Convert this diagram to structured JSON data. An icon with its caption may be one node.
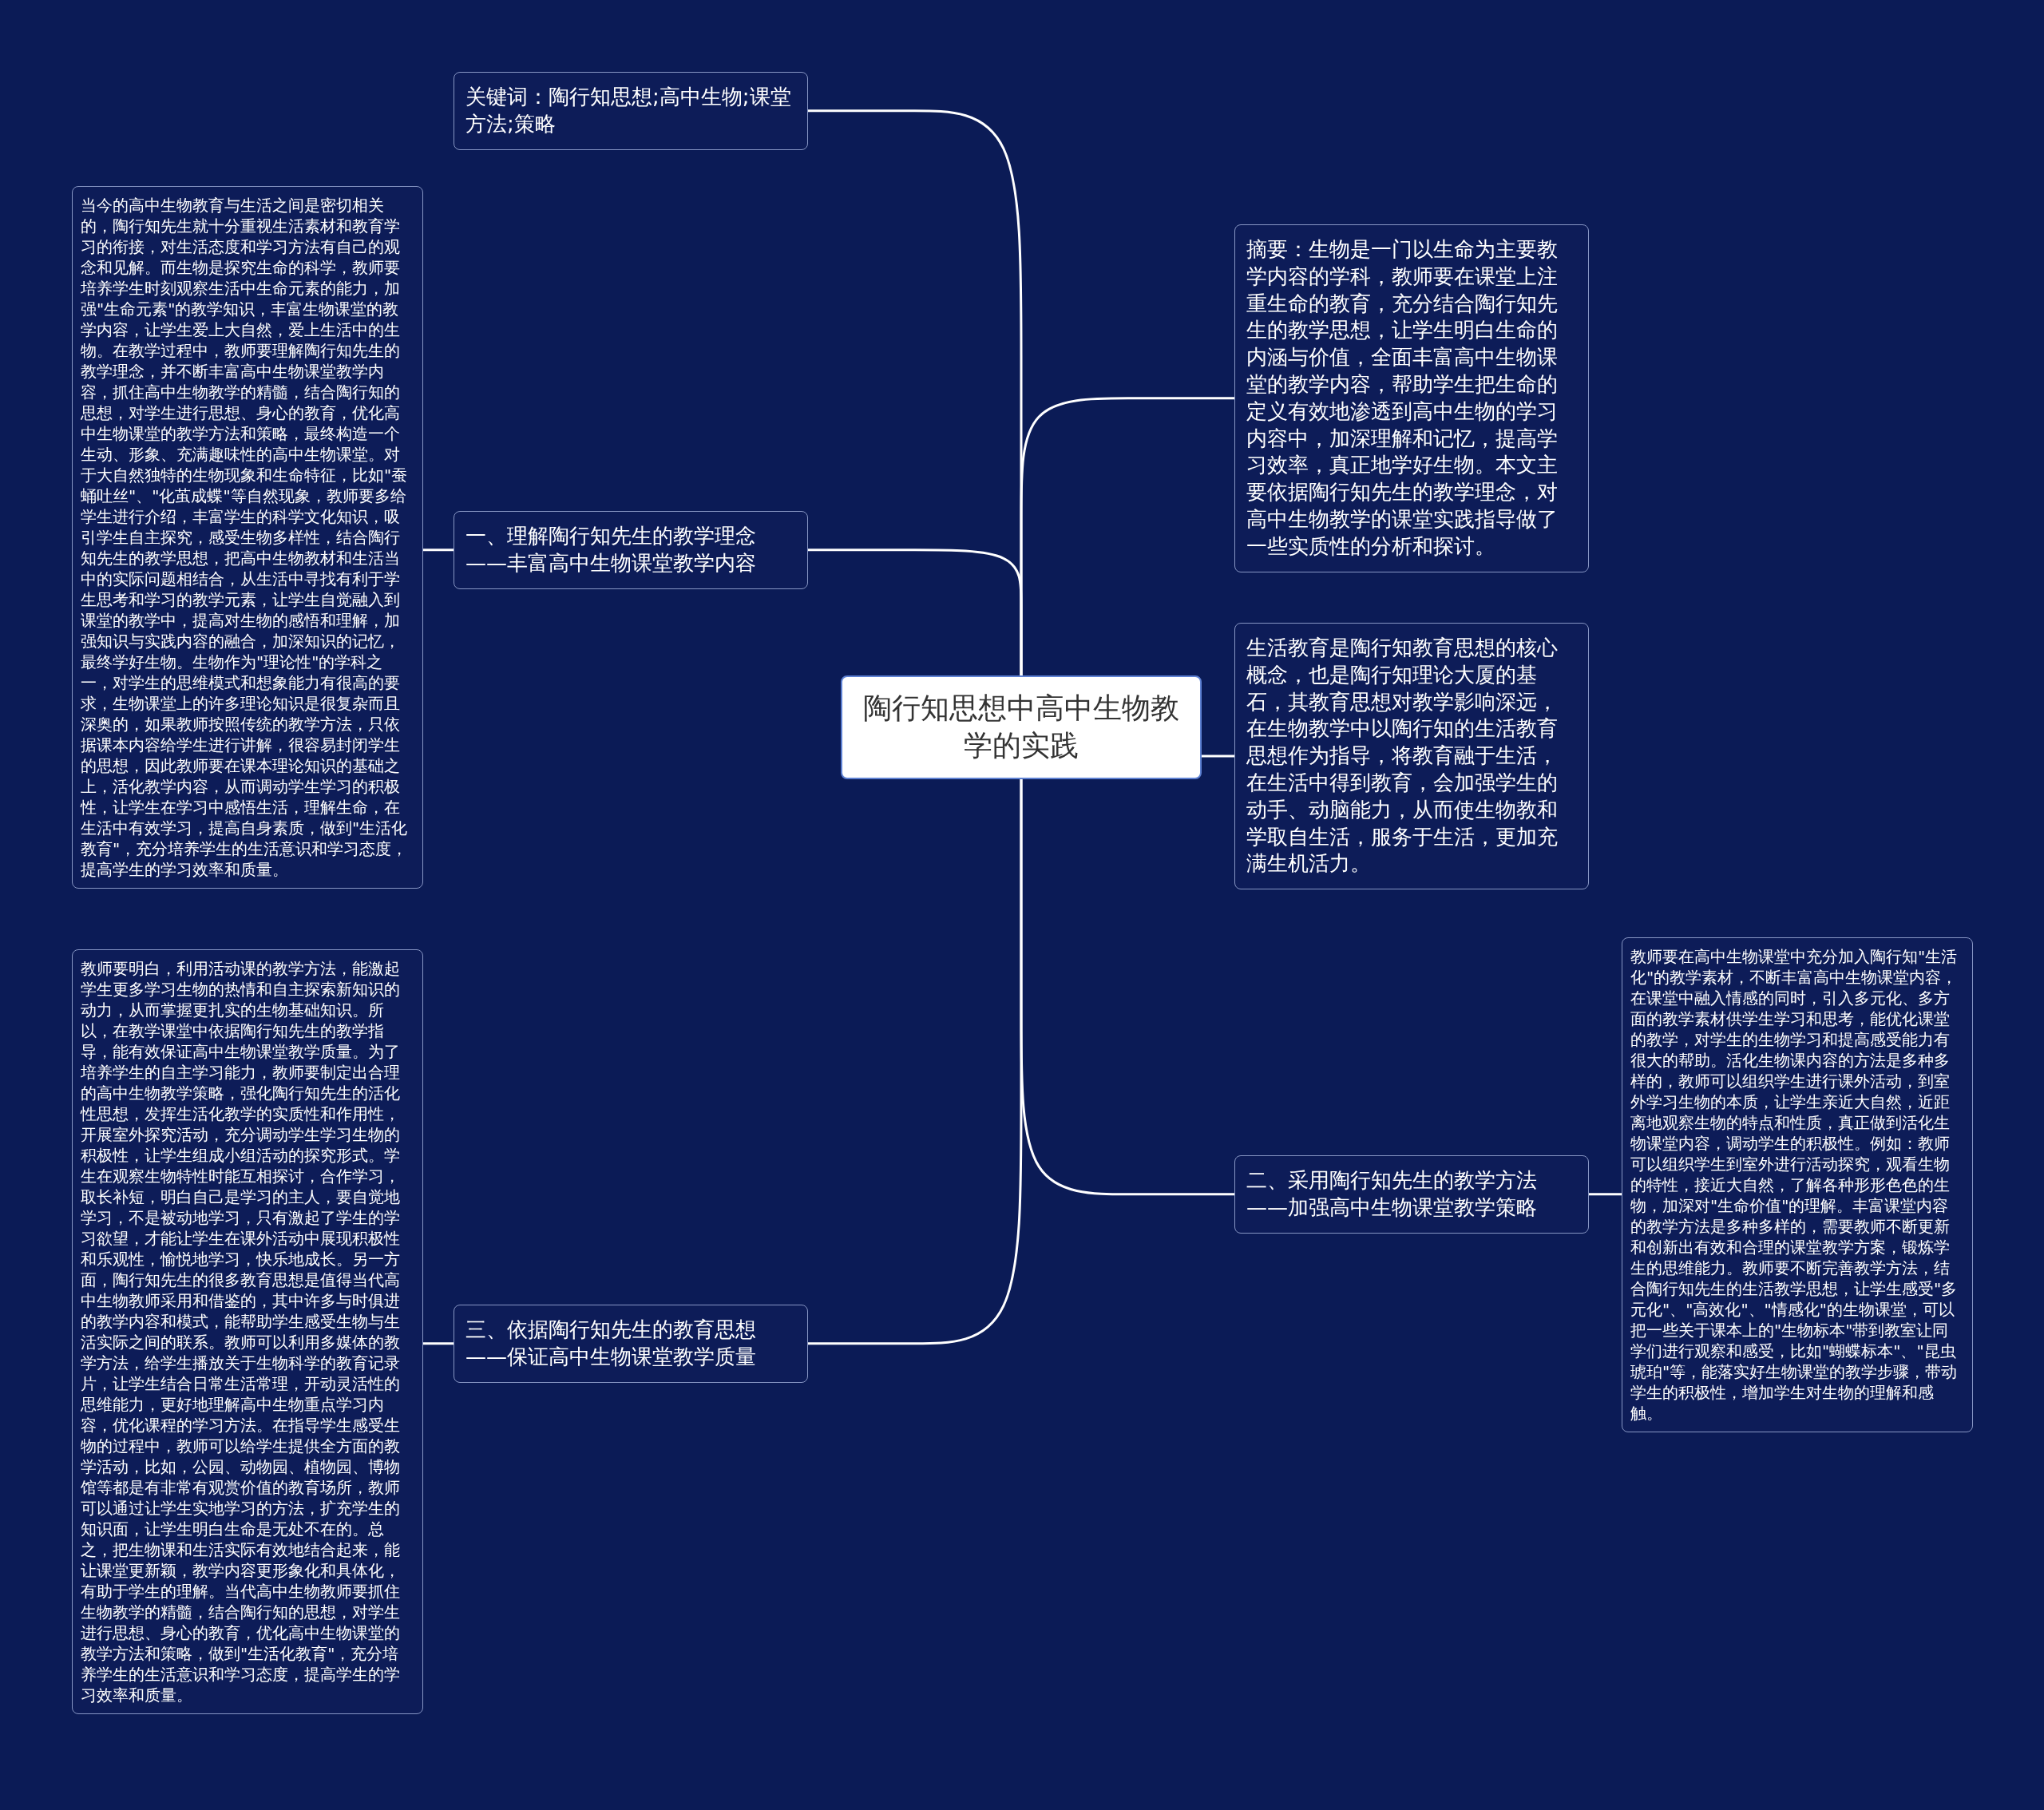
{
  "diagram": {
    "nodes": [
      {
        "text": [
          "陶行知思想中高中生物教学的实践"
        ]
      },
      {
        "text": [
          "关键词：陶行知思想;高中生物;课堂方法;策略"
        ]
      },
      {
        "text": [
          "摘要：生物是一门以生命为主要教学内容的学科，教师要在课堂上注重生命的教育，充分结合陶行知先生的教学思想，让学生明白生命的内涵与价值，全面丰富高中生物课堂的教学内容，帮助学生把生命的定义有效地渗透到高中生物的学习内容中，加深理解和记忆，提高学习效率，真正地学好生物。本文主要依据陶行知先生的教学理念，对高中生物教学的课堂实践指导做了一些实质性的分析和探讨。"
        ]
      },
      {
        "text": [
          "生活教育是陶行知教育思想的核心概念，也是陶行知理论大厦的基石，其教育思想对教学影响深远，在生物教学中以陶行知的生活教育思想作为指导，将教育融于生活，在生活中得到教育，会加强学生的动手、动脑能力，从而使生物教和学取自生活，服务于生活，更加充满生机活力。"
        ]
      },
      {
        "text": [
          "一、理解陶行知先生的教学理念——丰富高中生物课堂教学内容"
        ]
      },
      {
        "text": [
          "当今的高中生物教育与生活之间是密切相关的，陶行知先生就十分重视生活素材和教育学习的衔接，对生活态度和学习方法有自己的观念和见解。而生物是探究生命的科学，教师要培养学生时刻观察生活中生命元素的能力，加强\"生命元素\"的教学知识，丰富生物课堂的教学内容，让学生爱上大自然，爱上生活中的生物。在教学过程中，教师要理解陶行知先生的教学理念，并不断丰富高中生物课堂教学内容，抓住高中生物教学的精髓，结合陶行知的思想，对学生进行思想、身心的教育，优化高中生物课堂的教学方法和策略，最终构造一个生动、形象、充满趣味性的高中生物课堂。对于大自然独特的生物现象和生命特征，比如\"蚕蛹吐丝\"、\"化茧成蝶\"等自然现象，教师要多给学生进行介绍，丰富学生的科学文化知识，吸引学生自主探究，感受生物多样性，结合陶行知先生的教学思想，把高中生物教材和生活当中的实际问题相结合，从生活中寻找有利于学生思考和学习的教学元素，让学生自觉融入到课堂的教学中，提高对生物的感悟和理解，加强知识与实践内容的融合，加深知识的记忆，最终学好生物。生物作为\"理论性\"的学科之一，对学生的思维模式和想象能力有很高的要求，生物课堂上的许多理论知识是很复杂而且深奥的，如果教师按照传统的教学方法，只依据课本内容给学生进行讲解，很容易封闭学生的思想，因此教师要在课本理论知识的基础之上，活化教学内容，从而调动学生学习的积极性，让学生在学习中感悟生活，理解生命，在生活中有效学习，提高自身素质，做到\"生活化教育\"，充分培养学生的生活意识和学习态度，提高学生的学习效率和质量。"
        ]
      },
      {
        "text": [
          "二、采用陶行知先生的教学方法——加强高中生物课堂教学策略"
        ]
      },
      {
        "text": [
          "教师要在高中生物课堂中充分加入陶行知\"生活化\"的教学素材，不断丰富高中生物课堂内容，在课堂中融入情感的同时，引入多元化、多方面的教学素材供学生学习和思考，能优化课堂的教学，对学生的生物学习和提高感受能力有很大的帮助。活化生物课内容的方法是多种多样的，教师可以组织学生进行课外活动，到室外学习生物的本质，让学生亲近大自然，近距离地观察生物的特点和性质，真正做到活化生物课堂内容，调动学生的积极性。例如：教师可以组织学生到室外进行活动探究，观看生物的特性，接近大自然，了解各种形形色色的生物，加深对\"生命价值\"的理解。丰富课堂内容的教学方法是多种多样的，需要教师不断更新和创新出有效和合理的课堂教学方案，锻炼学生的思维能力。教师要不断完善教学方法，结合陶行知先生的生活教学思想，让学生感受\"多元化\"、\"高效化\"、\"情感化\"的生物课堂，可以把一些关于课本上的\"生物标本\"带到教室让同学们进行观察和感受，比如\"蝴蝶标本\"、\"昆虫琥珀\"等，能落实好生物课堂的教学步骤，带动学生的积极性，增加学生对生物的理解和感触。"
        ]
      },
      {
        "text": [
          "三、依据陶行知先生的教育思想——保证高中生物课堂教学质量"
        ]
      },
      {
        "text": [
          "教师要明白，利用活动课的教学方法，能激起学生更多学习生物的热情和自主探索新知识的动力，从而掌握更扎实的生物基础知识。所以，在教学课堂中依据陶行知先生的教学指导，能有效保证高中生物课堂教学质量。为了培养学生的自主学习能力，教师要制定出合理的高中生物教学策略，强化陶行知先生的活化性思想，发挥生活化教学的实质性和作用性，开展室外探究活动，充分调动学生学习生物的积极性，让学生组成小组活动的探究形式。学生在观察生物特性时能互相探讨，合作学习，取长补短，明白自己是学习的主人，要自觉地学习，不是被动地学习，只有激起了学生的学习欲望，才能让学生在课外活动中展现积极性和乐观性，愉悦地学习，快乐地成长。另一方面，陶行知先生的很多教育思想是值得当代高中生物教师采用和借鉴的，其中许多与时俱进的教学内容和模式，能帮助学生感受生物与生活实际之间的联系。教师可以利用多媒体的教学方法，给学生播放关于生物科学的教育记录片，让学生结合日常生活常理，开动灵活性的思维能力，更好地理解高中生物重点学习内容，优化课程的学习方法。在指导学生感受生物的过程中，教师可以给学生提供全方面的教学活动，比如，公园、动物园、植物园、博物馆等都是有非常有观赏价值的教育场所，教师可以通过让学生实地学习的方法，扩充学生的知识面，让学生明白生命是无处不在的。总之，把生物课和生活实际有效地结合起来，能让课堂更新颖，教学内容更形象化和具体化，有助于学生的理解。当代高中生物教师要抓住生物教学的精髓，结合陶行知的思想，对学生进行思想、身心的教育，优化高中生物课堂的教学方法和策略，做到\"生活化教育\"，充分培养学生的生活意识和学习态度，提高学生的学习效率和质量。"
        ]
      }
    ],
    "edges": [
      {
        "from": 0,
        "to": 1,
        "arrow": "none"
      },
      {
        "from": 0,
        "to": 2,
        "arrow": "none"
      },
      {
        "from": 0,
        "to": 3,
        "arrow": "none"
      },
      {
        "from": 0,
        "to": 4,
        "arrow": "none"
      },
      {
        "from": 4,
        "to": 5,
        "arrow": "none"
      },
      {
        "from": 0,
        "to": 6,
        "arrow": "none"
      },
      {
        "from": 6,
        "to": 7,
        "arrow": "none"
      },
      {
        "from": 0,
        "to": 8,
        "arrow": "none"
      },
      {
        "from": 8,
        "to": 9,
        "arrow": "none"
      }
    ]
  }
}
